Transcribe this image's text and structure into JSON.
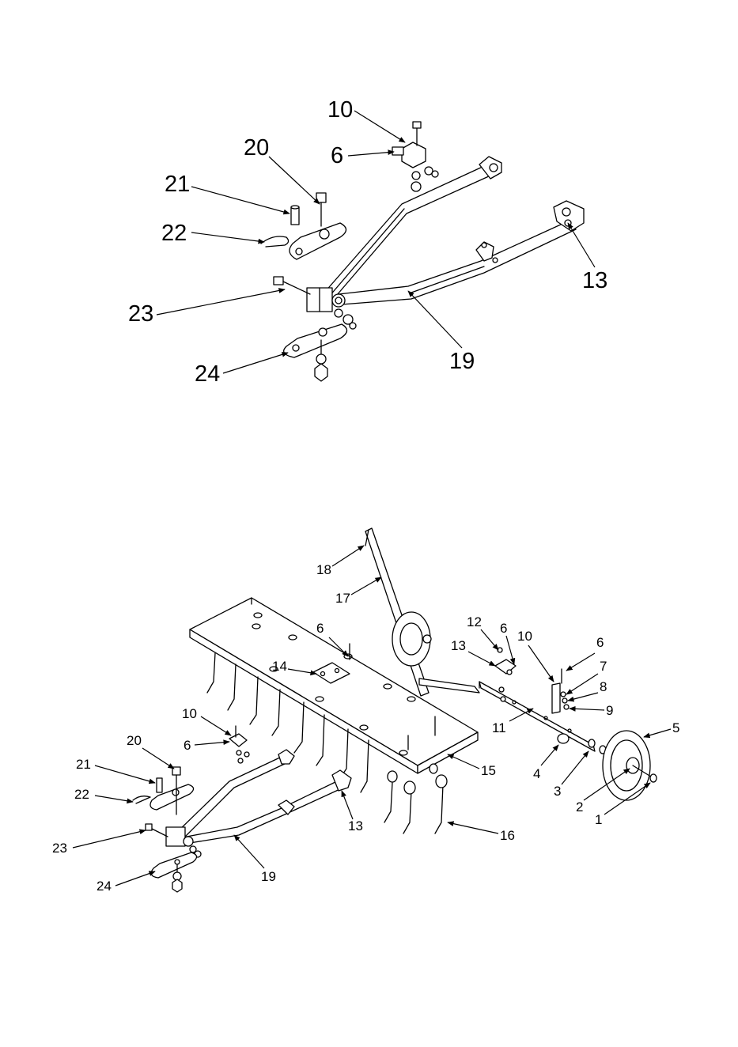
{
  "top_view": {
    "callouts": [
      "10",
      "6",
      "20",
      "21",
      "22",
      "23",
      "24",
      "19",
      "13"
    ]
  },
  "bottom_view": {
    "callouts": [
      "18",
      "17",
      "12",
      "6",
      "13",
      "10",
      "6",
      "7",
      "8",
      "9",
      "6",
      "14",
      "11",
      "5",
      "10",
      "20",
      "6",
      "15",
      "4",
      "3",
      "2",
      "1",
      "21",
      "22",
      "13",
      "16",
      "23",
      "19",
      "24"
    ]
  }
}
